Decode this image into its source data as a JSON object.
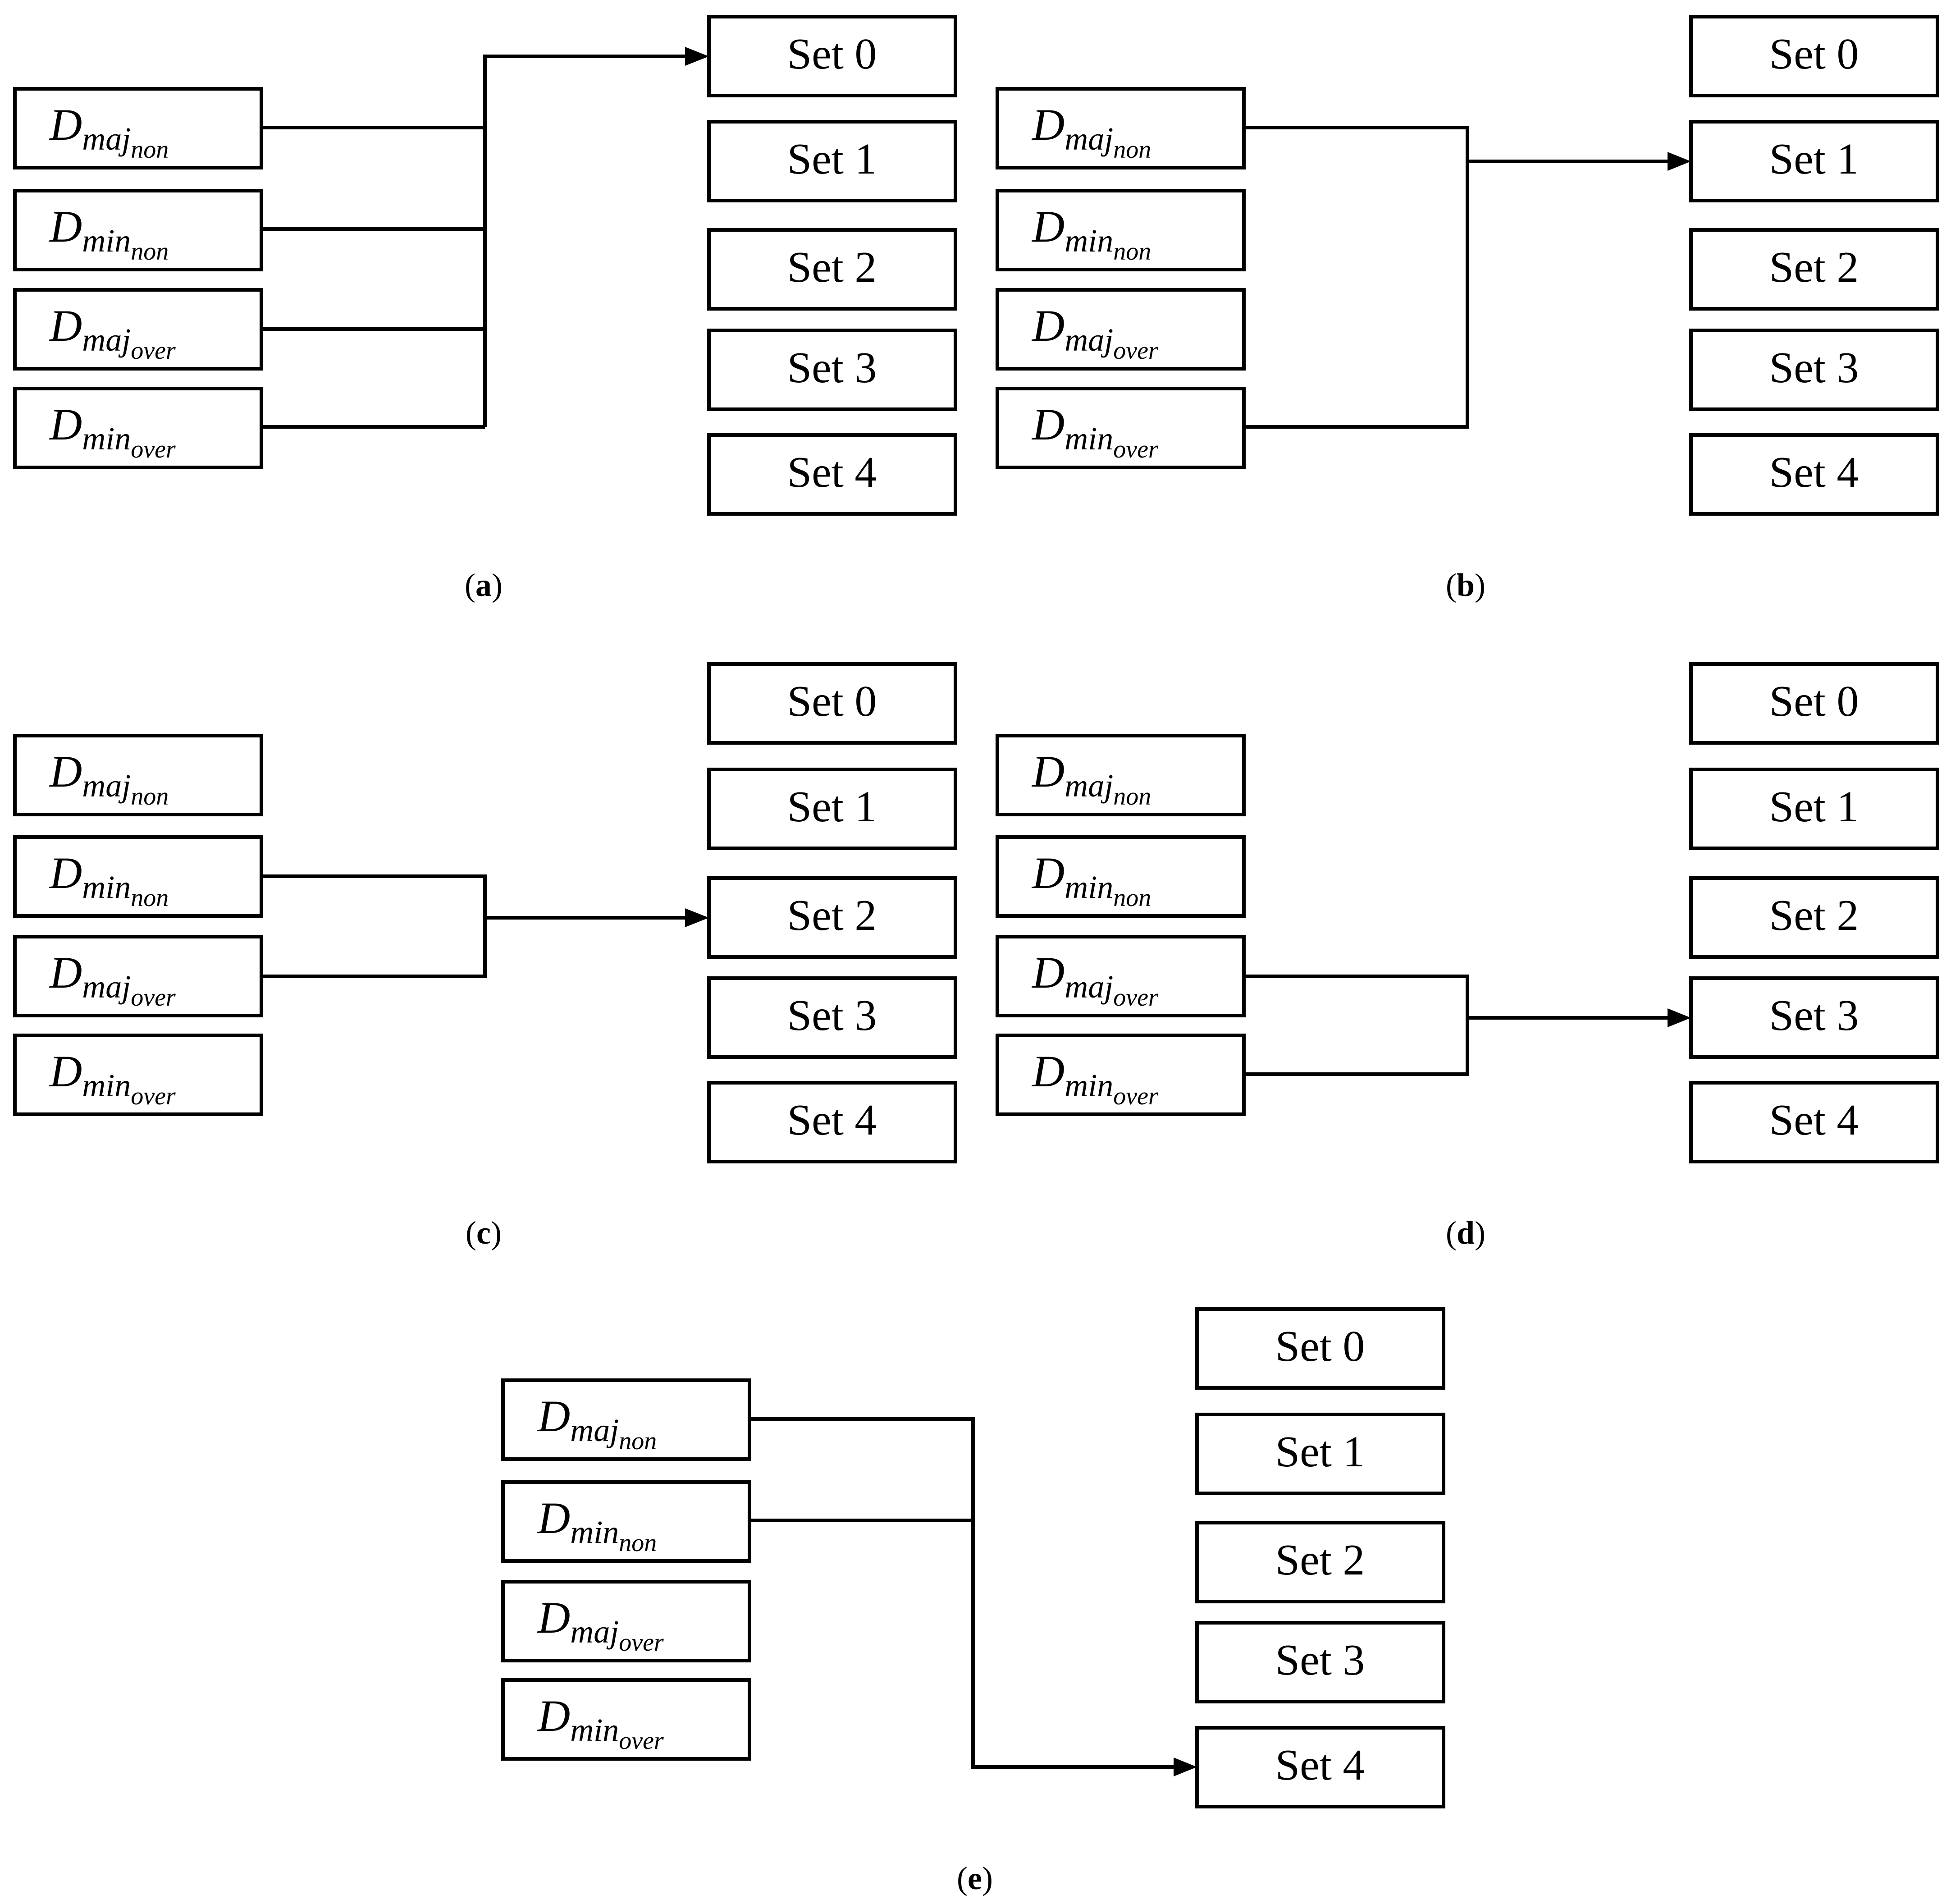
{
  "sources": [
    {
      "main": "D",
      "sub": "maj",
      "subsub": "non"
    },
    {
      "main": "D",
      "sub": "min",
      "subsub": "non"
    },
    {
      "main": "D",
      "sub": "maj",
      "subsub": "over"
    },
    {
      "main": "D",
      "sub": "min",
      "subsub": "over"
    }
  ],
  "sets": [
    "Set 0",
    "Set 1",
    "Set 2",
    "Set 3",
    "Set 4"
  ],
  "captions": {
    "a": {
      "open": "(",
      "letter": "a",
      "close": ")"
    },
    "b": {
      "open": "(",
      "letter": "b",
      "close": ")"
    },
    "c": {
      "open": "(",
      "letter": "c",
      "close": ")"
    },
    "d": {
      "open": "(",
      "letter": "d",
      "close": ")"
    },
    "e": {
      "open": "(",
      "letter": "e",
      "close": ")"
    }
  },
  "panels": [
    {
      "id": "a",
      "inputs": [
        0,
        1,
        2,
        3
      ],
      "target": 0
    },
    {
      "id": "b",
      "inputs": [
        0,
        3
      ],
      "target": 1
    },
    {
      "id": "c",
      "inputs": [
        1,
        2
      ],
      "target": 2
    },
    {
      "id": "d",
      "inputs": [
        2,
        3
      ],
      "target": 3
    },
    {
      "id": "e",
      "inputs": [
        0,
        1
      ],
      "target": 4
    }
  ]
}
